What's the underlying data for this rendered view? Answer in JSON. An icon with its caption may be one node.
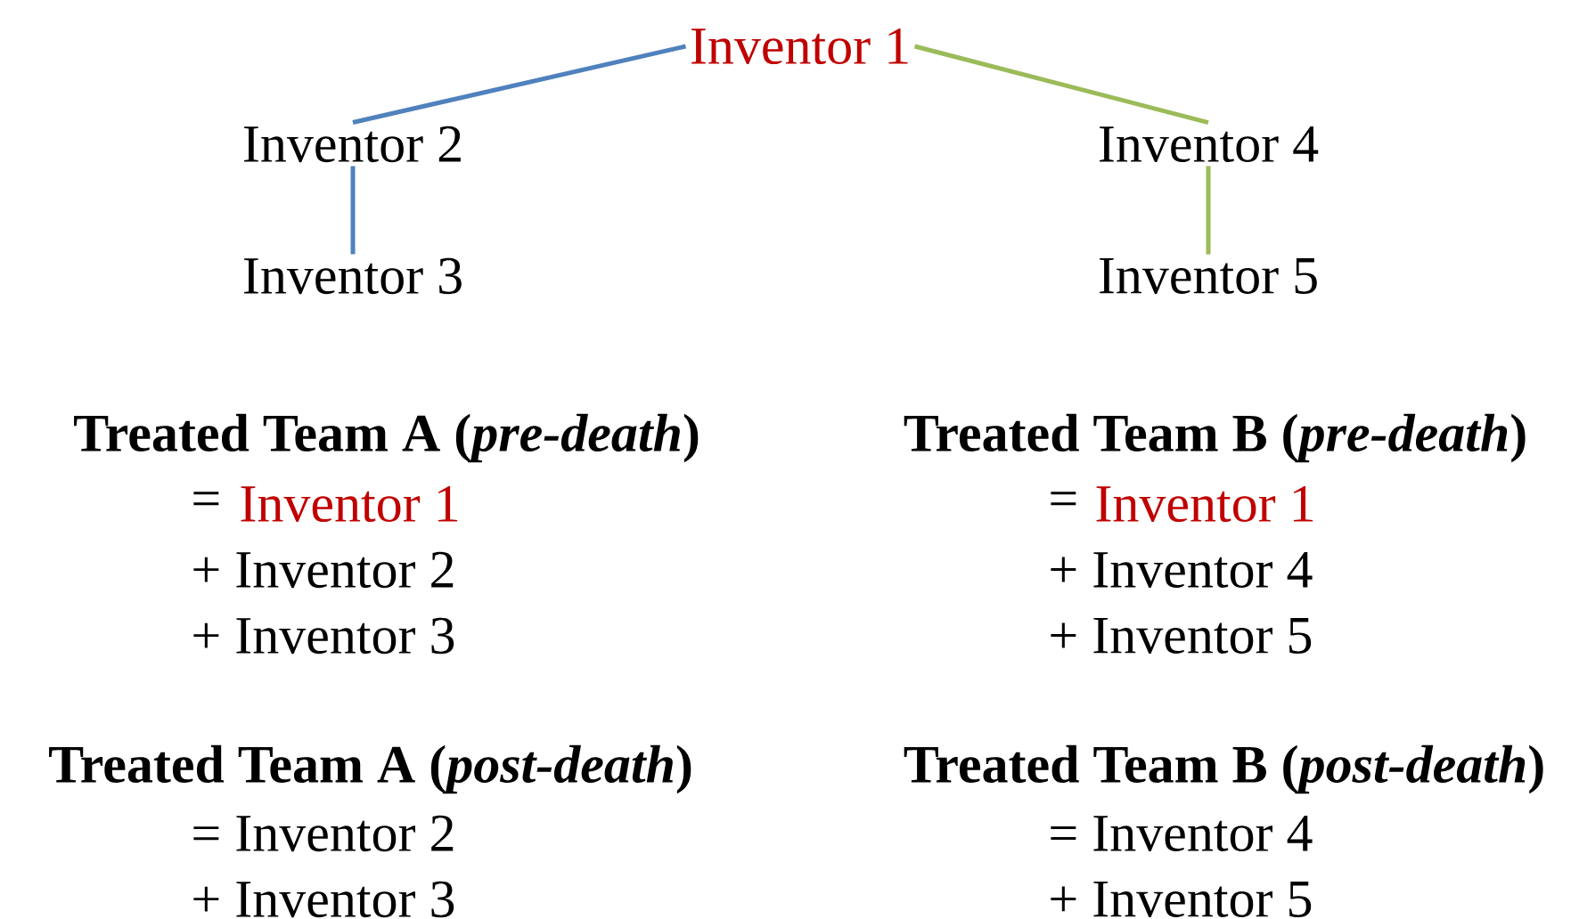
{
  "diagram": {
    "nodes": [
      {
        "text": [
          "Inventor 1"
        ]
      },
      {
        "text": [
          "Inventor 2"
        ]
      },
      {
        "text": [
          "Inventor 3"
        ]
      },
      {
        "text": [
          "Inventor 4"
        ]
      },
      {
        "text": [
          "Inventor 5"
        ]
      }
    ],
    "edges": [
      {
        "from": 0,
        "to": 1,
        "arrow": "none",
        "color": "#4f81bd"
      },
      {
        "from": 1,
        "to": 2,
        "arrow": "none",
        "color": "#4f81bd"
      },
      {
        "from": 0,
        "to": 3,
        "arrow": "none",
        "color": "#9bbb59"
      },
      {
        "from": 3,
        "to": 4,
        "arrow": "none",
        "color": "#9bbb59"
      }
    ],
    "labels": [
      "Treated Team A (*pre-death*)",
      "Treated Team B (*pre-death*)",
      "=",
      "Inventor 1",
      "=",
      "Inventor 1",
      "+ Inventor 2",
      "+ Inventor 4",
      "+ Inventor 3",
      "+ Inventor 5",
      "Treated Team A (*post-death*)",
      "Treated Team B (*post-death*)",
      "= Inventor 2",
      "= Inventor 4",
      "+ Inventor 3",
      "+ Inventor 5"
    ]
  }
}
